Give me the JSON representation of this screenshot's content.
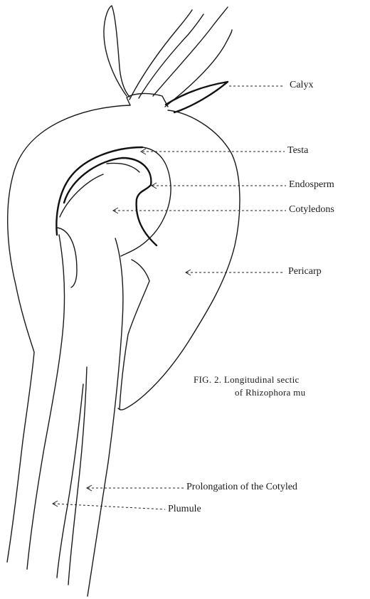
{
  "labels": {
    "calyx": "Calyx",
    "testa": "Testa",
    "endosperm": "Endosperm",
    "cotyledons": "Cotyledons",
    "pericarp": "Pericarp",
    "prolongation": "Prolongation of the Cotyled",
    "plumule": "Plumule"
  },
  "caption": {
    "line1": "FIG. 2.  Longitudinal sectic",
    "line2": "of Rhizophora mu"
  }
}
